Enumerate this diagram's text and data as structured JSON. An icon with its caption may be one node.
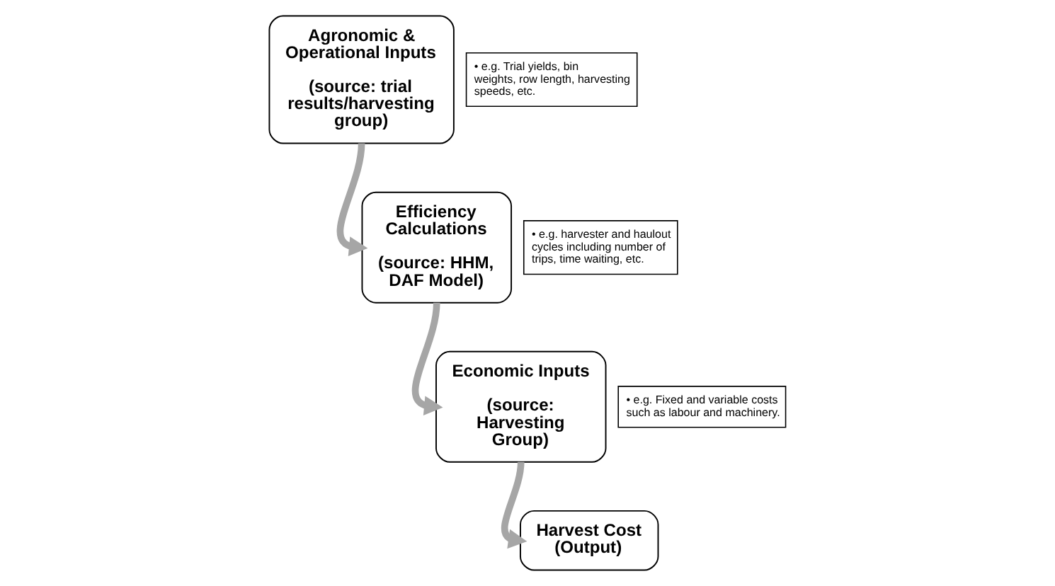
{
  "diagram": {
    "nodes": [
      {
        "text": [
          "Agronomic & Operational Inputs",
          "(source: trial results/harvesting group)"
        ]
      },
      {
        "text": [
          "• e.g. Trial yields, bin weights, row length, harvesting speeds, etc."
        ]
      },
      {
        "text": [
          "Efficiency Calculations",
          "(source: HHM, DAF Model)"
        ]
      },
      {
        "text": [
          "• e.g. harvester and haulout cycles including number of trips, time waiting, etc."
        ]
      },
      {
        "text": [
          "Economic Inputs",
          "(source: Harvesting Group)"
        ]
      },
      {
        "text": [
          "• e.g. Fixed and variable costs such as labour and machinery."
        ]
      },
      {
        "text": [
          "Harvest Cost (Output)"
        ]
      }
    ],
    "edges": [
      {
        "from": 0,
        "to": 2,
        "arrow": "to"
      },
      {
        "from": 2,
        "to": 4,
        "arrow": "to"
      },
      {
        "from": 4,
        "to": 6,
        "arrow": "to"
      }
    ]
  }
}
